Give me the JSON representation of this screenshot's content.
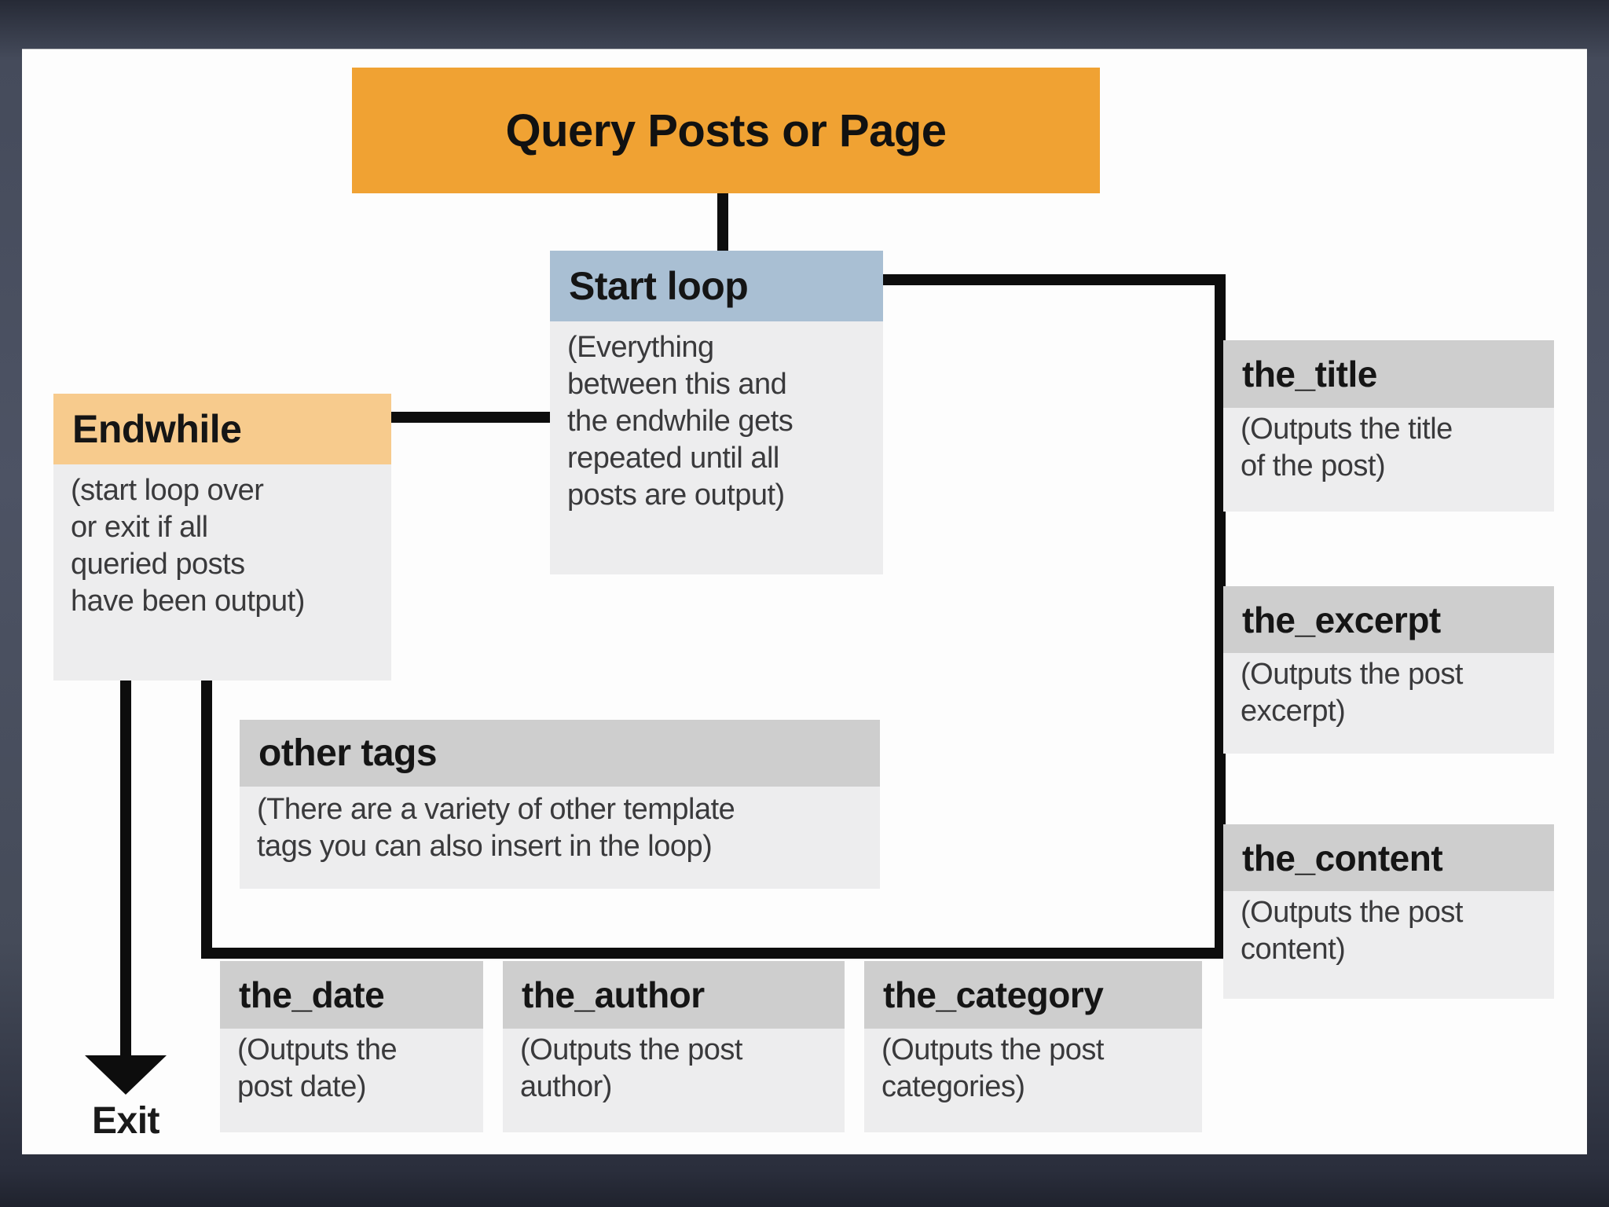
{
  "title_box": {
    "label": "Query Posts or Page"
  },
  "nodes": {
    "start_loop": {
      "label": "Start loop",
      "desc": "(Everything\nbetween this and\nthe endwhile gets\nrepeated until all\nposts are output)"
    },
    "endwhile": {
      "label": "Endwhile",
      "desc": "(start loop over\nor exit if all\nqueried posts\nhave been output)"
    },
    "other_tags": {
      "label": "other tags",
      "desc": "(There are a variety of other template\ntags you can also insert in the loop)"
    },
    "the_title": {
      "label": "the_title",
      "desc": "(Outputs the title\nof the post)"
    },
    "the_excerpt": {
      "label": "the_excerpt",
      "desc": "(Outputs the post\nexcerpt)"
    },
    "the_content": {
      "label": "the_content",
      "desc": "(Outputs the post\ncontent)"
    },
    "the_date": {
      "label": "the_date",
      "desc": "(Outputs the\npost date)"
    },
    "the_author": {
      "label": "the_author",
      "desc": "(Outputs the post\nauthor)"
    },
    "the_category": {
      "label": "the_category",
      "desc": "(Outputs the post\ncategories)"
    }
  },
  "exit": {
    "label": "Exit"
  },
  "colors": {
    "page_bg": "#474d5d",
    "canvas_bg": "#fdfdfd",
    "query_header": "#f0a233",
    "start_loop_header": "#a9bfd3",
    "endwhile_header": "#f7cb8d",
    "gray_header": "#cecece",
    "body_bg": "#ededee",
    "connector": "#0d0d0d"
  }
}
